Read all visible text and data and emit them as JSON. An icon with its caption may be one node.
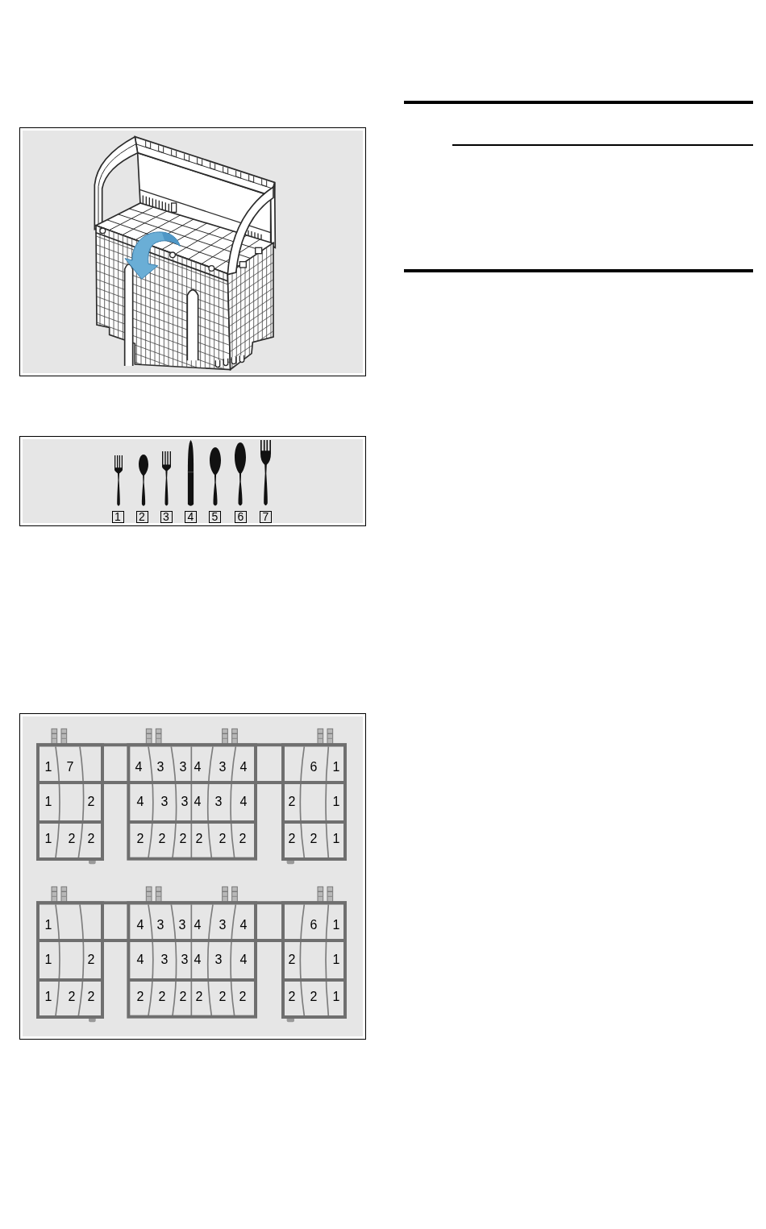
{
  "diagram": {
    "nodes": [
      {
        "text": [
          "1"
        ]
      },
      {
        "text": [
          "2"
        ]
      },
      {
        "text": [
          "3"
        ]
      },
      {
        "text": [
          "4"
        ]
      },
      {
        "text": [
          "5"
        ]
      },
      {
        "text": [
          "6"
        ]
      },
      {
        "text": [
          "7"
        ]
      }
    ],
    "labels": [
      "1",
      "7",
      "4",
      "3",
      "3",
      "4",
      "3",
      "4",
      "6",
      "1",
      "1",
      "2",
      "4",
      "3",
      "3",
      "4",
      "3",
      "4",
      "2",
      "1",
      "1",
      "2",
      "2",
      "2",
      "2",
      "2",
      "2",
      "2",
      "2",
      "2",
      "2",
      "1",
      "1",
      "4",
      "3",
      "3",
      "4",
      "3",
      "4",
      "6",
      "1",
      "1",
      "2",
      "4",
      "3",
      "3",
      "4",
      "3",
      "4",
      "2",
      "1",
      "1",
      "2",
      "2",
      "2",
      "2",
      "2",
      "2",
      "2",
      "2",
      "2",
      "2",
      "1"
    ]
  }
}
